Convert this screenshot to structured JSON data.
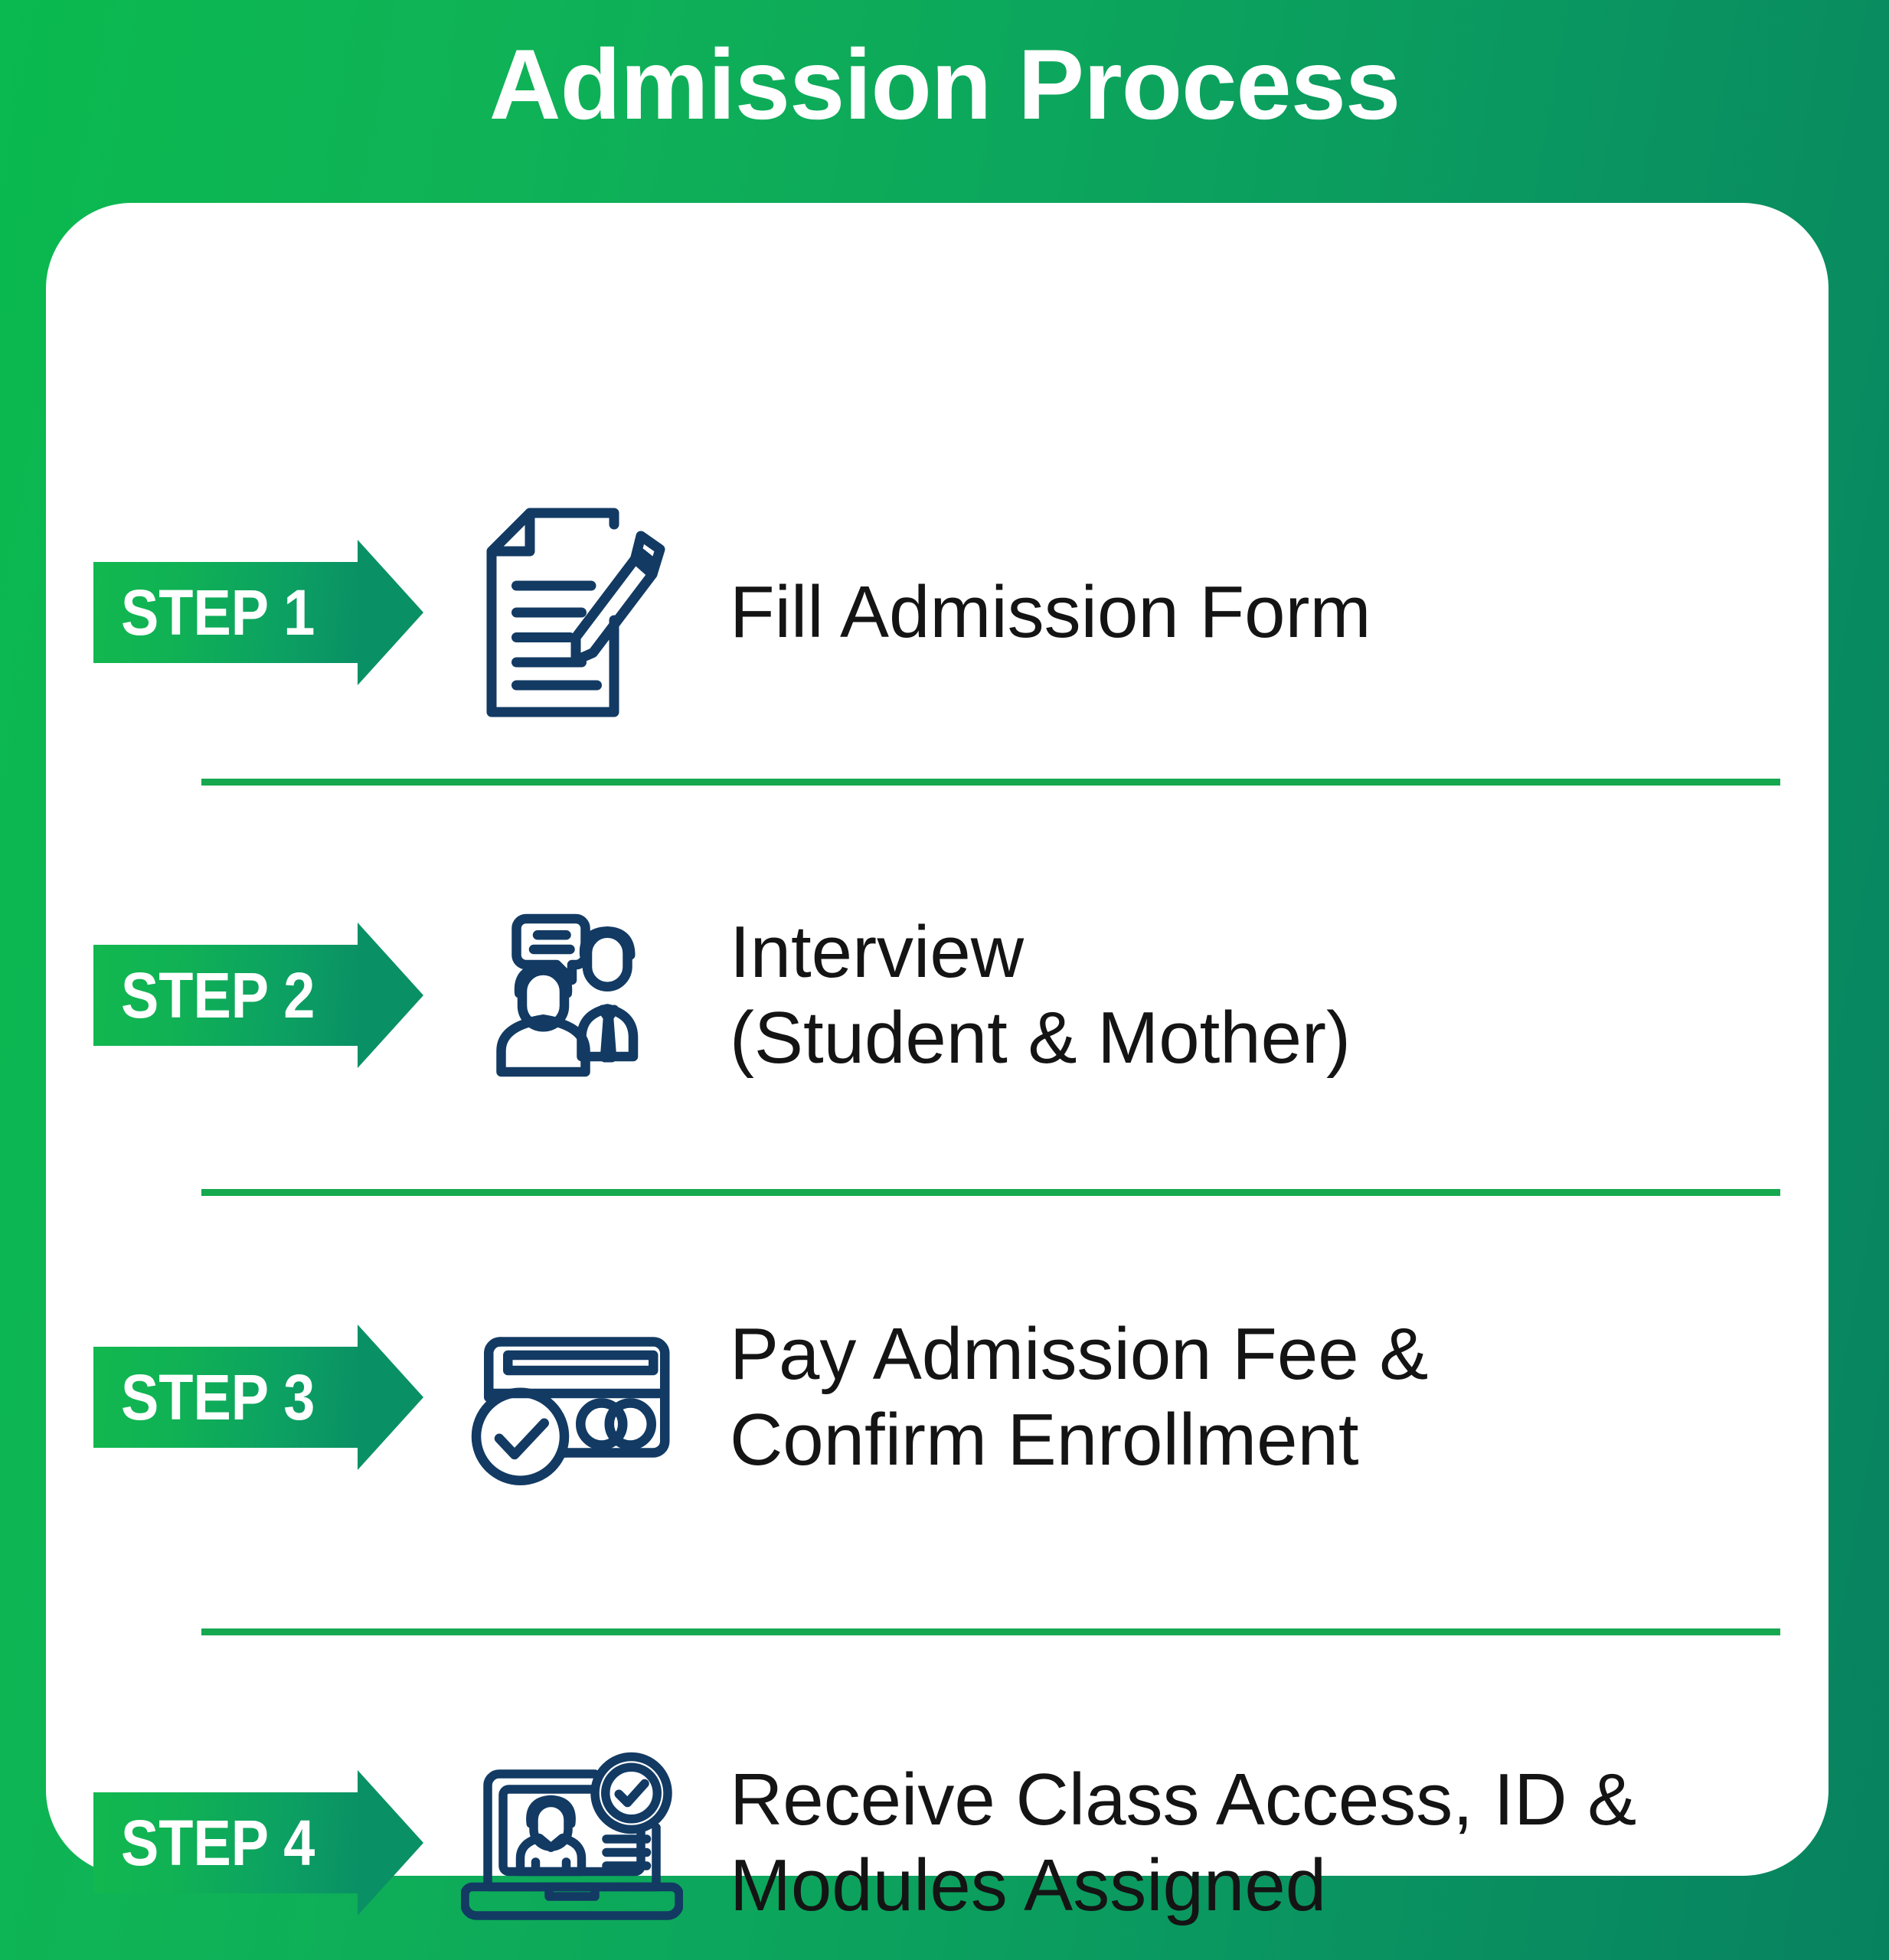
{
  "title": "Admission Process",
  "colors": {
    "background_gradient_start": "#0ab94f",
    "background_gradient_end": "#07825f",
    "card_background": "#ffffff",
    "badge_gradient_start": "#12b84f",
    "badge_gradient_end": "#0a9065",
    "divider": "#16a84e",
    "icon_navy": "#123a63",
    "step_text": "#141414",
    "title_text": "#ffffff"
  },
  "steps": [
    {
      "badge": "STEP 1",
      "icon": "document-pencil-icon",
      "lines": [
        "Fill Admission Form"
      ]
    },
    {
      "badge": "STEP 2",
      "icon": "interview-people-icon",
      "lines": [
        "Interview",
        "(Student & Mother)"
      ]
    },
    {
      "badge": "STEP 3",
      "icon": "credit-card-check-icon",
      "lines": [
        "Pay Admission Fee &",
        "Confirm Enrollment"
      ]
    },
    {
      "badge": "STEP 4",
      "icon": "laptop-profile-check-icon",
      "lines": [
        "Receive Class Access, ID &",
        "Modules Assigned"
      ]
    }
  ]
}
